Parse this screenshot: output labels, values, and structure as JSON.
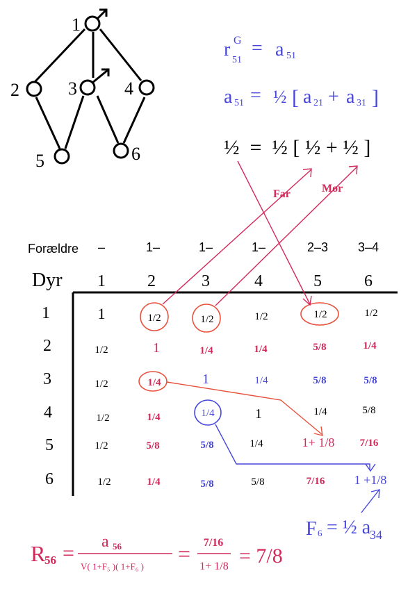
{
  "pedigree": {
    "nodes": [
      {
        "id": "1",
        "sex": "male"
      },
      {
        "id": "2",
        "sex": ""
      },
      {
        "id": "3",
        "sex": "male"
      },
      {
        "id": "4",
        "sex": ""
      },
      {
        "id": "5",
        "sex": ""
      },
      {
        "id": "6",
        "sex": ""
      }
    ],
    "edges": [
      [
        "1",
        "2"
      ],
      [
        "1",
        "3"
      ],
      [
        "1",
        "4"
      ],
      [
        "2",
        "5"
      ],
      [
        "3",
        "5"
      ],
      [
        "3",
        "6"
      ],
      [
        "4",
        "6"
      ]
    ]
  },
  "equations": {
    "eq1": {
      "lhs": "r",
      "sup": "G",
      "sub": "51",
      "eq": "=",
      "rhs": "a",
      "rhs_sub": "51"
    },
    "eq2": {
      "lhs": "a",
      "lhs_sub": "51",
      "eq": "=",
      "half": "½",
      "open": "[",
      "t1": "a",
      "t1_sub": "21",
      "plus": "+",
      "t2": "a",
      "t2_sub": "31",
      "close": "]"
    },
    "eq3": {
      "text": "½  =  ½ [ ½ + ½ ]"
    }
  },
  "labels": {
    "far": "Far",
    "mor": "Mor"
  },
  "table": {
    "parents_label": "Forældre",
    "parents": [
      "–",
      "1–",
      "1–",
      "1–",
      "2–3",
      "3–4"
    ],
    "dyr_label": "Dyr",
    "cols": [
      "1",
      "2",
      "3",
      "4",
      "5",
      "6"
    ],
    "rows": [
      {
        "label": "1",
        "cells": [
          "1",
          "1/2",
          "1/2",
          "1/2",
          "1/2",
          "1/2"
        ]
      },
      {
        "label": "2",
        "cells": [
          "1/2",
          "1",
          "1/4",
          "1/4",
          "5/8",
          "1/4"
        ]
      },
      {
        "label": "3",
        "cells": [
          "1/2",
          "1/4",
          "1",
          "1/4",
          "5/8",
          "5/8"
        ]
      },
      {
        "label": "4",
        "cells": [
          "1/2",
          "1/4",
          "1/4",
          "1",
          "1/4",
          "5/8"
        ]
      },
      {
        "label": "5",
        "cells": [
          "1/2",
          "5/8",
          "5/8",
          "1/4",
          "1+ 1/8",
          "7/16"
        ]
      },
      {
        "label": "6",
        "cells": [
          "1/2",
          "1/4",
          "5/8",
          "5/8",
          "7/16",
          "1 +1/8"
        ]
      }
    ]
  },
  "f6_formula": {
    "F": "F",
    "sub": "6",
    "rest": "= ½ a",
    "a_sub": "34"
  },
  "r56_formula": {
    "lhs": "R",
    "lhs_sub": "56",
    "eq": "=",
    "num1": "a",
    "num1_sub": "56",
    "den1": "V( 1+F₅ )( 1+F₆ )",
    "eq2": "=",
    "num2": "7/16",
    "den2": "1+ 1/8",
    "eq3": "= 7/8"
  },
  "colors": {
    "blue": "#4646dc",
    "red": "#d2285a",
    "orange": "#e8503c",
    "black": "#000000"
  }
}
